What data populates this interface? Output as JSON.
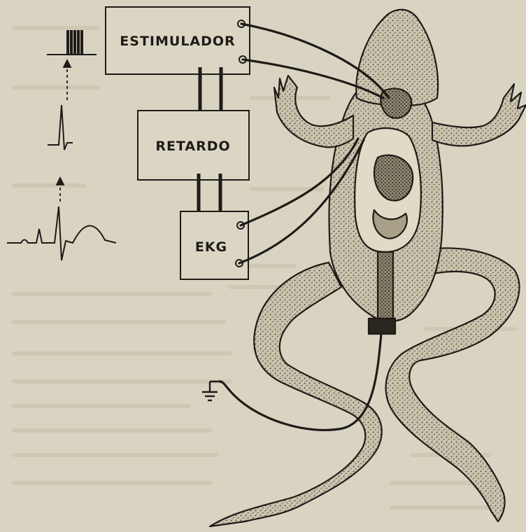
{
  "diagram": {
    "boxes": {
      "stimulator": "ESTIMULADOR",
      "delay": "RETARDO",
      "ekg": "EKG"
    }
  },
  "colors": {
    "paper": "#d9d4c2",
    "ink": "#1e1b18",
    "faint_text": "#b9b3a0",
    "frog_fill": "#c9c2ad"
  }
}
